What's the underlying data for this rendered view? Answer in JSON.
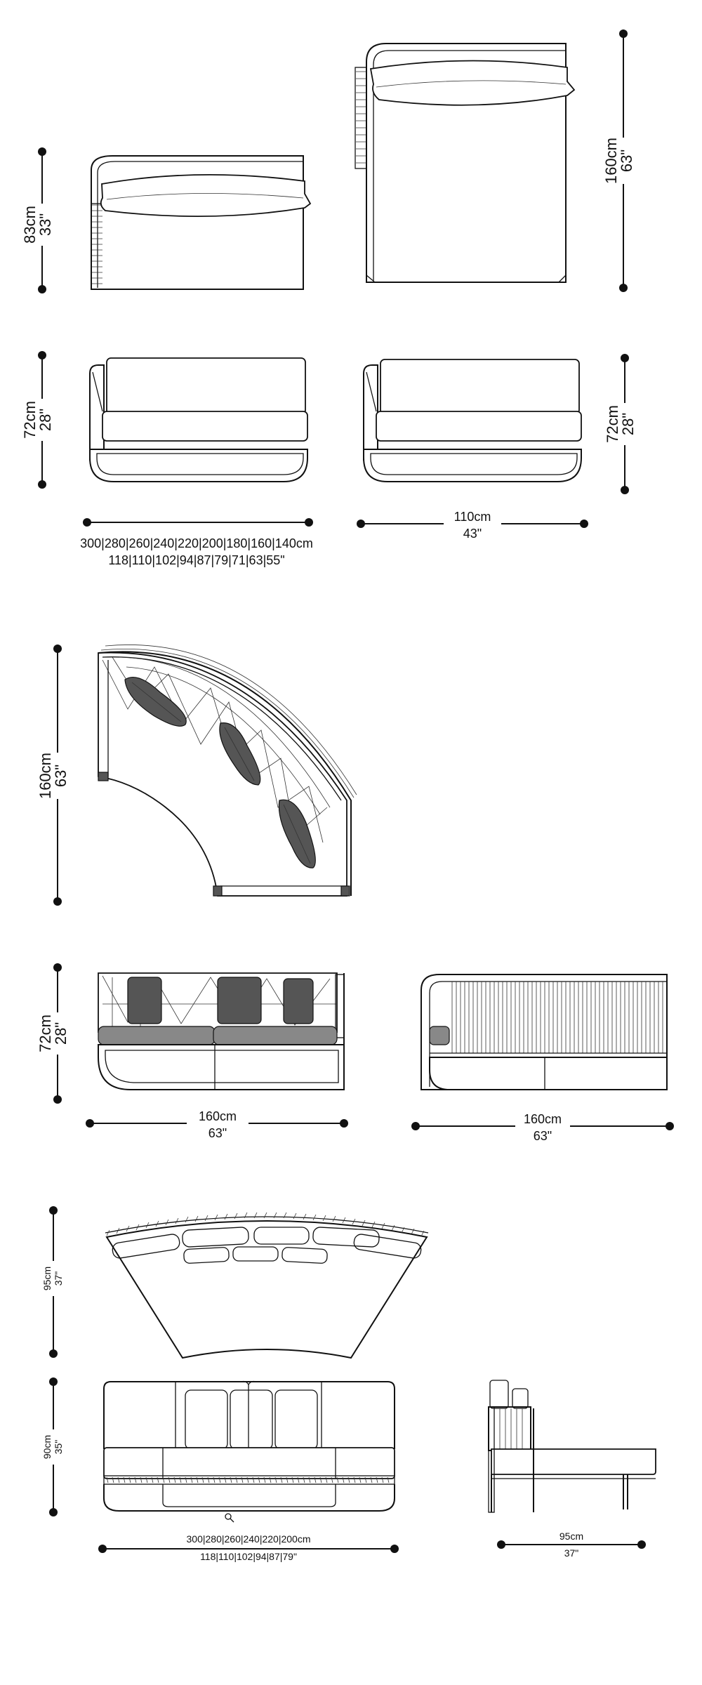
{
  "colors": {
    "line": "#111111",
    "background": "#ffffff",
    "cushion_dark": "#555555"
  },
  "views": [
    {
      "id": "straight-top-small",
      "dims": {
        "v_cm": "83cm",
        "v_in": "33\""
      }
    },
    {
      "id": "straight-top-large",
      "dims": {
        "v_cm": "160cm",
        "v_in": "63\""
      }
    },
    {
      "id": "straight-front-left",
      "dims": {
        "v_cm": "72cm",
        "v_in": "28\"",
        "h_cm": "300|280|260|240|220|200|180|160|140cm",
        "h_in": "118|110|102|94|87|79|71|63|55\""
      }
    },
    {
      "id": "straight-front-right",
      "dims": {
        "v_cm": "72cm",
        "v_in": "28\"",
        "h_cm": "110cm",
        "h_in": "43\""
      }
    },
    {
      "id": "corner-top",
      "dims": {
        "v_cm": "160cm",
        "v_in": "63\""
      }
    },
    {
      "id": "corner-front",
      "dims": {
        "v_cm": "72cm",
        "v_in": "28\"",
        "h_cm": "160cm",
        "h_in": "63\""
      }
    },
    {
      "id": "corner-back",
      "dims": {
        "h_cm": "160cm",
        "h_in": "63\""
      }
    },
    {
      "id": "curved-top",
      "dims": {
        "v_cm": "95cm",
        "v_in": "37\""
      }
    },
    {
      "id": "curved-front",
      "dims": {
        "v_cm": "90cm",
        "v_in": "35\"",
        "h_cm": "300|280|260|240|220|200cm",
        "h_in": "118|110|102|94|87|79\""
      }
    },
    {
      "id": "curved-side",
      "dims": {
        "h_cm": "95cm",
        "h_in": "37\""
      }
    }
  ]
}
